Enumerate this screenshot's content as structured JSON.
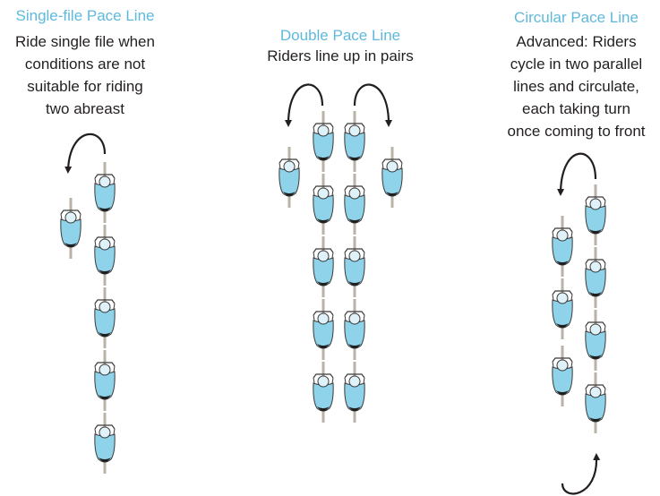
{
  "colors": {
    "title": "#5fb9dc",
    "text": "#231f20",
    "rider_body": "#8fd3ea",
    "rider_outline": "#3a3a3a",
    "wheel": "#b9b2a6",
    "arrow": "#231f20"
  },
  "icons": {
    "rider": "cyclist-top-view-icon",
    "arrow": "curved-arrow-icon"
  },
  "panels": [
    {
      "id": "single",
      "title": "Single-file Pace Line",
      "description": [
        "Ride single file when",
        "conditions are not",
        "suitable for riding",
        "two abreast"
      ]
    },
    {
      "id": "double",
      "title": "Double Pace Line",
      "description": [
        "Riders line up in pairs"
      ]
    },
    {
      "id": "circular",
      "title": "Circular Pace Line",
      "description": [
        "Advanced: Riders",
        "cycle in two parallel",
        "lines and circulate,",
        "each taking turn",
        "once coming to front"
      ]
    }
  ]
}
